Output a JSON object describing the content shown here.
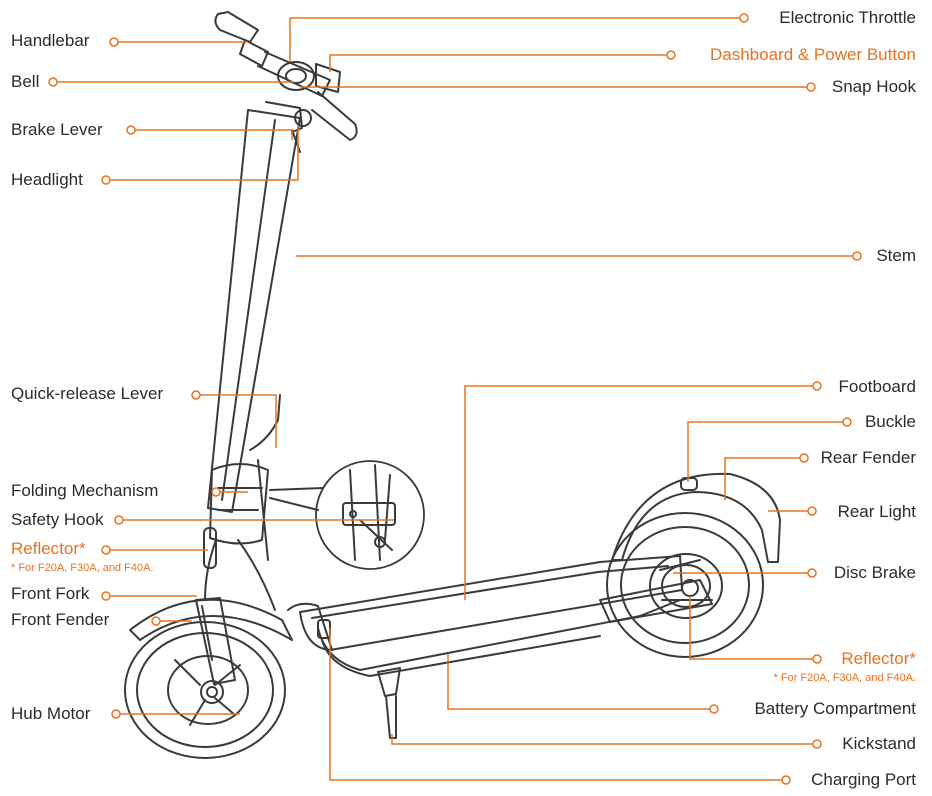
{
  "colors": {
    "accent": "#e8731e",
    "leader": "#e8731e",
    "outline": "#3a3a3a",
    "text": "#2b2b2b"
  },
  "icons": {
    "leader-end": "circle-outline"
  },
  "labels": {
    "handlebar": "Handlebar",
    "bell": "Bell",
    "brake_lever": "Brake Lever",
    "headlight": "Headlight",
    "quick_release_lever": "Quick-release Lever",
    "folding_mechanism": "Folding Mechanism",
    "safety_hook": "Safety Hook",
    "reflector_front": "Reflector*",
    "reflector_front_note": "* For F20A, F30A, and F40A.",
    "front_fork": "Front Fork",
    "front_fender": "Front Fender",
    "hub_motor": "Hub Motor",
    "electronic_throttle": "Electronic Throttle",
    "dashboard_power_button": "Dashboard & Power Button",
    "snap_hook": "Snap Hook",
    "stem": "Stem",
    "footboard": "Footboard",
    "buckle": "Buckle",
    "rear_fender": "Rear Fender",
    "rear_light": "Rear Light",
    "disc_brake": "Disc Brake",
    "reflector_rear": "Reflector*",
    "reflector_rear_note": "* For F20A, F30A, and F40A.",
    "battery_compartment": "Battery Compartment",
    "kickstand": "Kickstand",
    "charging_port": "Charging Port"
  }
}
